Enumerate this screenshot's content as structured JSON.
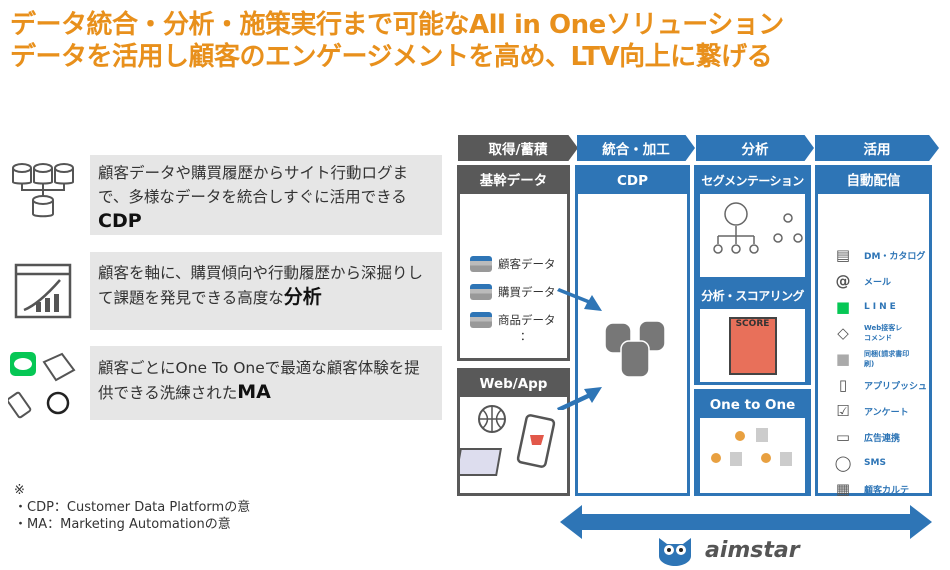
{
  "title": {
    "line1": "データ統合・分析・施策実行まで可能なAll in Oneソリューション",
    "line2": "データを活用し顧客のエンゲージメントを高め、LTV向上に繋げる"
  },
  "features": [
    {
      "text": "顧客データや購買履歴からサイト行動ログまで、多様なデータを統合しすぐに活用できる",
      "bold": "CDP"
    },
    {
      "text": "顧客を軸に、購買傾向や行動履歴から深掘りして課題を発見できる高度な",
      "bold": "分析"
    },
    {
      "text": "顧客ごとにOne To Oneで最適な顧客体験を提供できる洗練された",
      "bold": "MA"
    }
  ],
  "notes": {
    "mark": "※",
    "cdp": "・CDP：Customer Data Platformの意",
    "ma": "・MA：Marketing Automationの意"
  },
  "stages": [
    "取得/蓄積",
    "統合・加工",
    "分析",
    "活用"
  ],
  "acquire": {
    "header": "基幹データ",
    "items": [
      "顧客データ",
      "購買データ",
      "商品データ"
    ],
    "more": "：",
    "web_header": "Web/App"
  },
  "cdp": {
    "header": "CDP"
  },
  "analysis": {
    "seg": "セグメンテーション",
    "score": "分析・スコアリング",
    "score_label": "SCORE",
    "oto": "One to One"
  },
  "use": {
    "header": "自動配信",
    "items": [
      "DM・カタログ",
      "メール",
      "LINE",
      "Web接客レコメンド",
      "同梱(請求書印刷)",
      "アプリプッシュ",
      "アンケート",
      "広告連携",
      "SMS",
      "顧客カルテ"
    ]
  },
  "logo": "aimstar",
  "colors": {
    "orange": "#e8901c",
    "blue": "#2e75b6",
    "gray": "#595959"
  }
}
